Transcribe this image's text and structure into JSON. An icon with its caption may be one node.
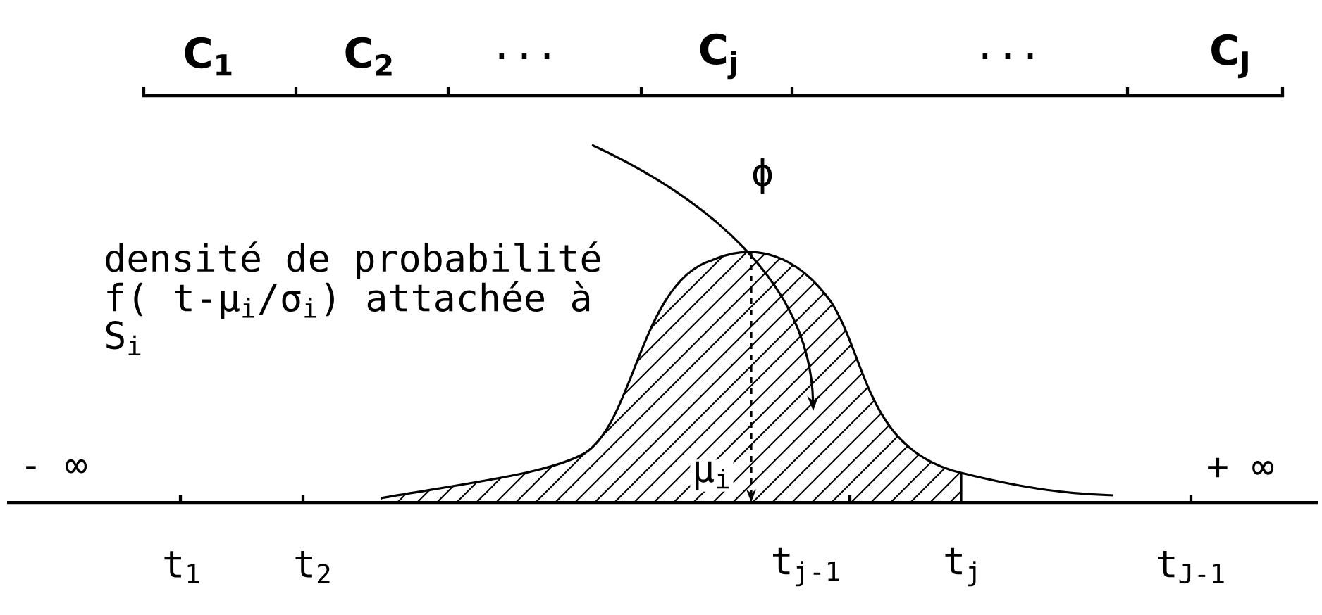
{
  "diagram": {
    "labels": [
      "C$_{1}$",
      "C$_{2}$",
      "...",
      "C$_{j}$",
      "...",
      "C$_{J}$",
      "ϕ",
      "densité de probabilité f( t-μ$_{i}$/σ$_{i}$) attachée à S$_{i}$",
      "- ∞",
      "μ$_{i}$",
      "+ ∞",
      "t$_{1}$",
      "t$_{2}$",
      "t$_{j-1}$",
      "t$_{j}$",
      "t$_{J-1}$"
    ]
  }
}
